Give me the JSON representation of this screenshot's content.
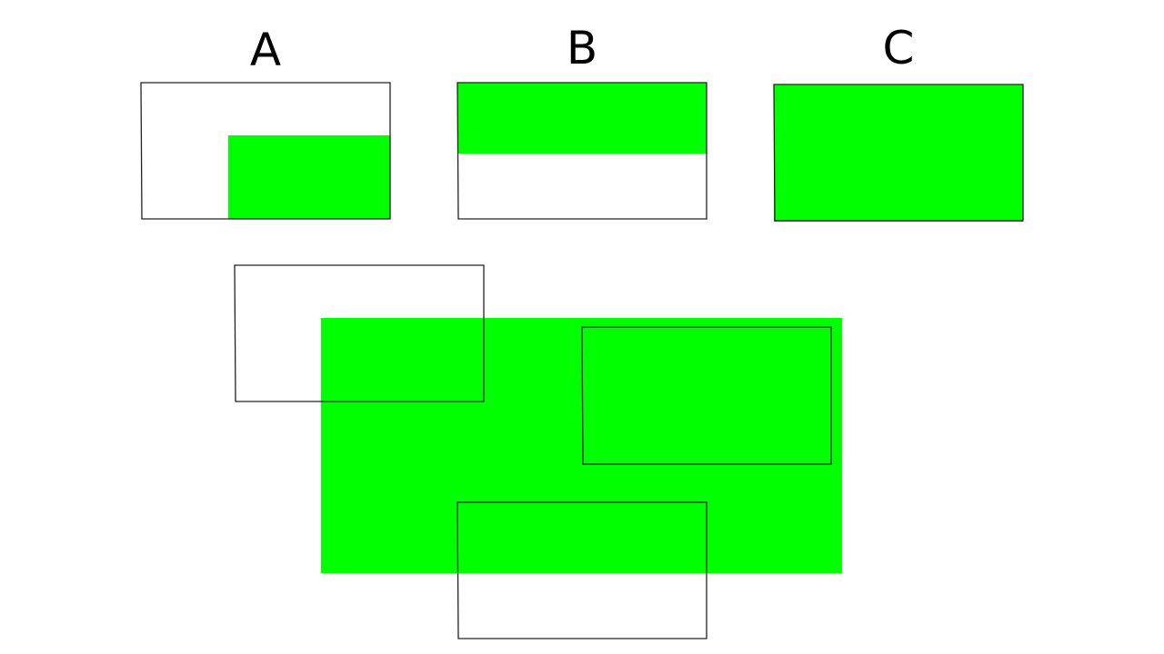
{
  "colors": {
    "fill": "#00ff00",
    "frame": "#222222",
    "background": "#ffffff"
  },
  "options": [
    {
      "label": "A",
      "fill_region": "bottom-right"
    },
    {
      "label": "B",
      "fill_region": "top-strip"
    },
    {
      "label": "C",
      "fill_region": "full"
    }
  ]
}
